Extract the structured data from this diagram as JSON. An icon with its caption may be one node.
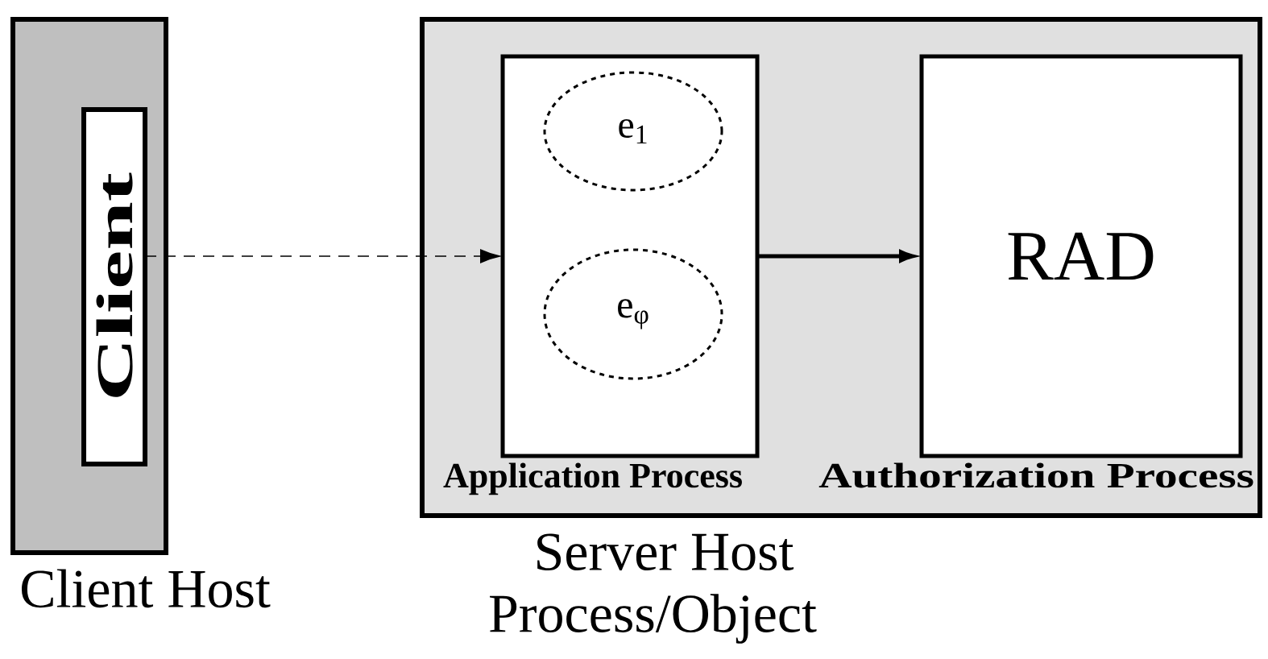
{
  "diagram": {
    "nodes": [
      {
        "text": [
          "Client Host"
        ]
      },
      {
        "text": [
          "Client"
        ],
        "in": 0
      },
      {
        "text": [
          "Server Host"
        ]
      },
      {
        "text": [
          "Application Process"
        ],
        "in": 2
      },
      {
        "text": [
          "e$_{1}$"
        ],
        "in": 3
      },
      {
        "text": [
          "e$_{φ}$"
        ],
        "in": 3
      },
      {
        "text": [
          "RAD",
          "Authorization Process"
        ],
        "in": 2
      }
    ],
    "edges": [
      {
        "from": 1,
        "to": 3,
        "arrow": "to",
        "style": "dashed"
      },
      {
        "from": 3,
        "to": 6,
        "arrow": "to",
        "style": "thick"
      }
    ],
    "labels": [
      "Process/Object"
    ]
  }
}
